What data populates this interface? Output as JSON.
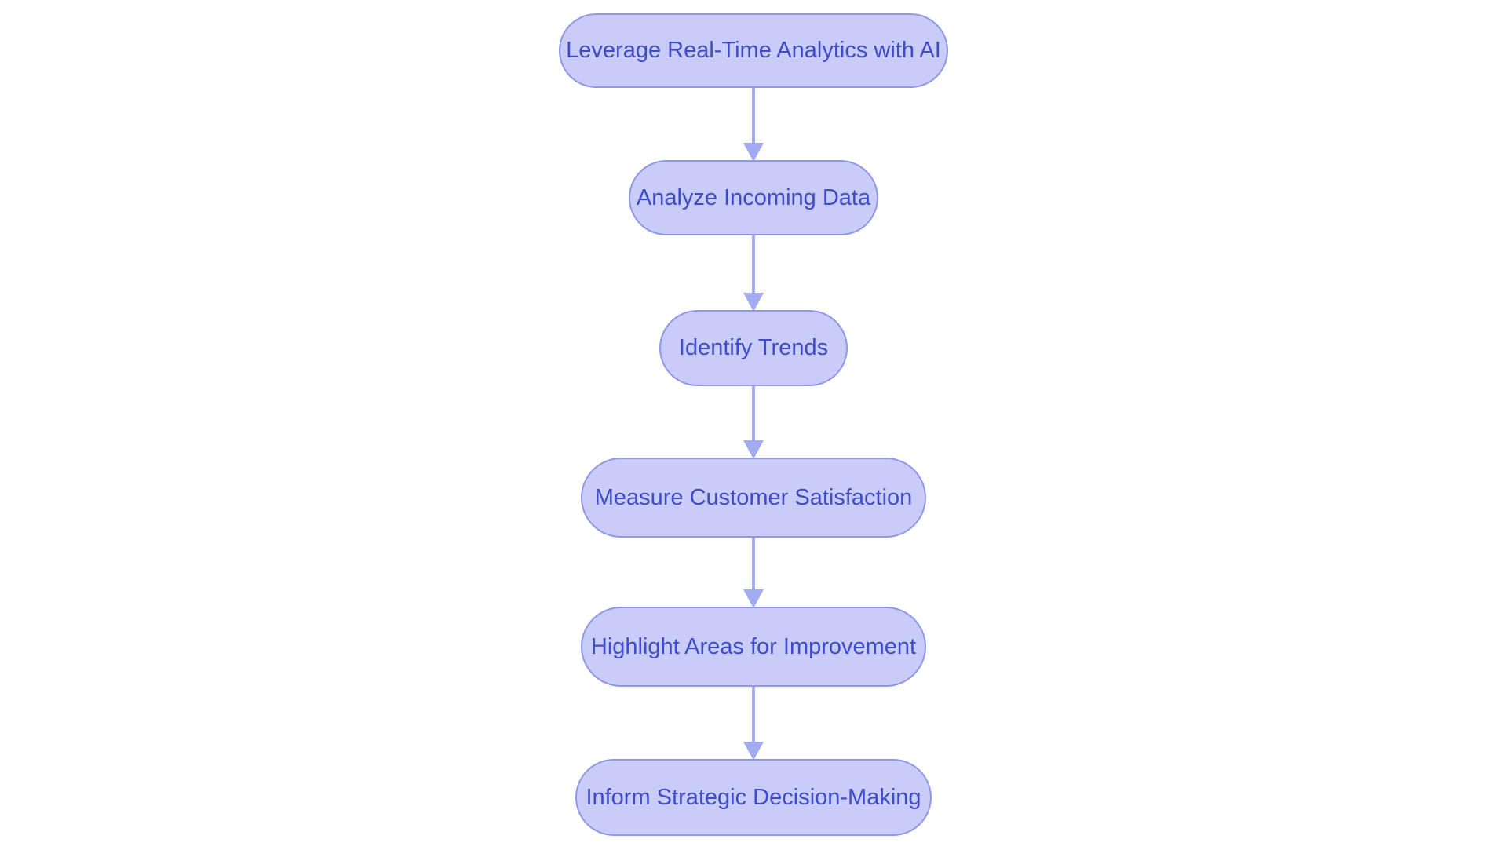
{
  "flowchart": {
    "type": "flowchart",
    "direction": "top-down",
    "nodes": [
      {
        "id": "n1",
        "label": "Leverage Real-Time Analytics with AI"
      },
      {
        "id": "n2",
        "label": "Analyze Incoming Data"
      },
      {
        "id": "n3",
        "label": "Identify Trends"
      },
      {
        "id": "n4",
        "label": "Measure Customer Satisfaction"
      },
      {
        "id": "n5",
        "label": "Highlight Areas for Improvement"
      },
      {
        "id": "n6",
        "label": "Inform Strategic Decision-Making"
      }
    ],
    "connectors": [
      {
        "from": "n1",
        "to": "n2",
        "style": "arrow-down"
      },
      {
        "from": "n2",
        "to": "n3",
        "style": "arrow-down"
      },
      {
        "from": "n3",
        "to": "n4",
        "style": "arrow-down"
      },
      {
        "from": "n4",
        "to": "n5",
        "style": "arrow-down"
      },
      {
        "from": "n5",
        "to": "n6",
        "style": "arrow-down"
      }
    ],
    "colors": {
      "background": "#ffffff",
      "node_fill": "#c9ccf8",
      "node_border": "#8e98e8",
      "node_text": "#3e4cc7",
      "arrow": "#a2aaf2"
    }
  }
}
